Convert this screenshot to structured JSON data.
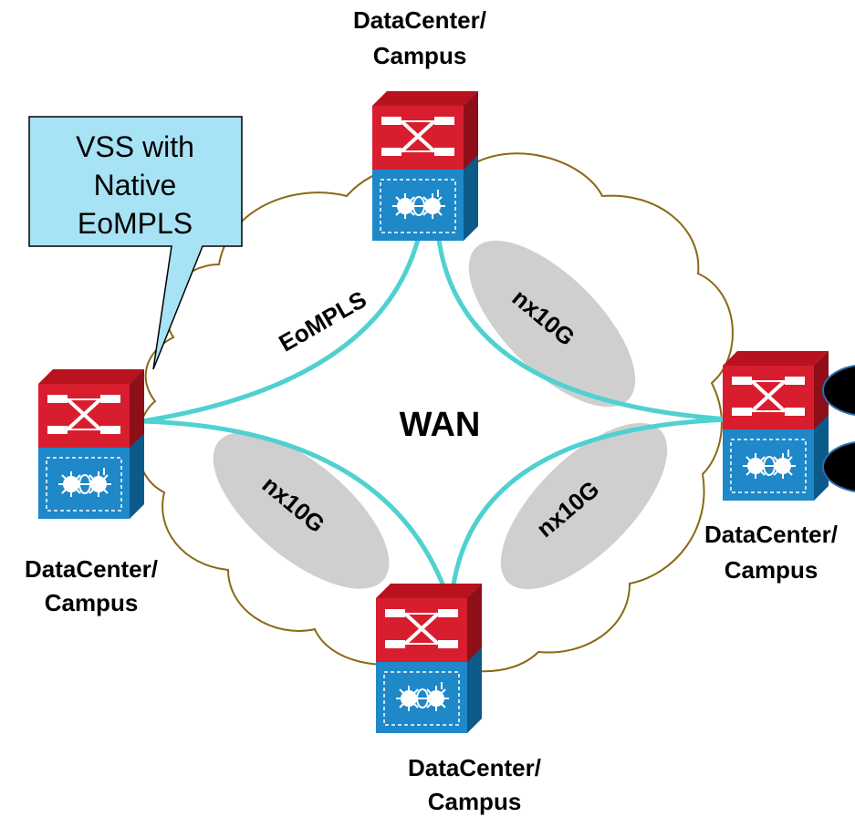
{
  "nodes": {
    "top": {
      "label_line1": "DataCenter/",
      "label_line2": "Campus"
    },
    "left": {
      "label_line1": "DataCenter/",
      "label_line2": "Campus"
    },
    "right": {
      "label_line1": "DataCenter/",
      "label_line2": "Campus"
    },
    "bottom": {
      "label_line1": "DataCenter/",
      "label_line2": "Campus"
    }
  },
  "cloud": {
    "label": "WAN"
  },
  "links": {
    "top_left": "EoMPLS",
    "top_right": "nx10G",
    "bottom_left": "nx10G",
    "bottom_right": "nx10G"
  },
  "callout": {
    "line1": "VSS with",
    "line2": "Native",
    "line3": "EoMPLS"
  },
  "colors": {
    "link": "#4fd1d1",
    "cloud_outline": "#8b6914",
    "switch_red": "#d81e2e",
    "switch_blue": "#1e88c8",
    "callout_fill": "#a8e2f5",
    "link_ellipse": "#cfcfcf"
  },
  "icons": [
    "switch-icon",
    "wan-cloud-icon"
  ]
}
